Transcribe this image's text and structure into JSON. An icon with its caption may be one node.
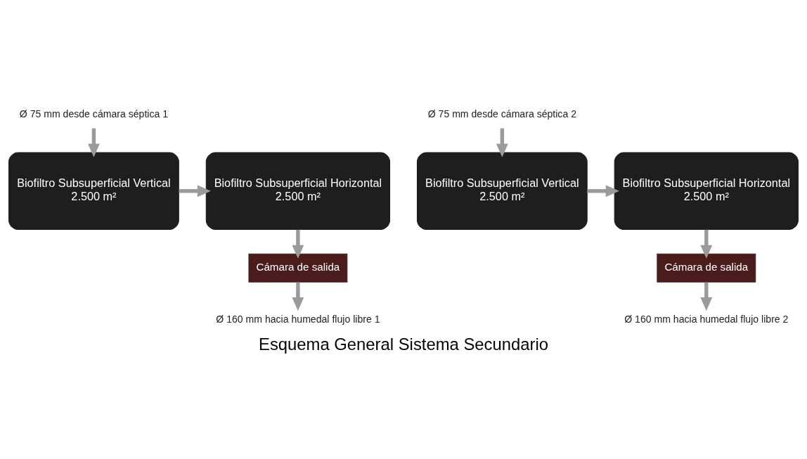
{
  "diagram": {
    "title": "Esquema General Sistema Secundario",
    "nodes": [
      {
        "text": [
          "Ø 75 mm desde cámara séptica 1"
        ]
      },
      {
        "text": [
          "Biofiltro Subsuperficial Vertical",
          "2.500 m²"
        ]
      },
      {
        "text": [
          "Biofiltro Subsuperficial Horizontal",
          "2.500 m²"
        ]
      },
      {
        "text": [
          "Cámara de salida"
        ]
      },
      {
        "text": [
          "Ø 160 mm hacia humedal flujo libre 1"
        ]
      },
      {
        "text": [
          "Ø 75 mm desde cámara séptica 2"
        ]
      },
      {
        "text": [
          "Biofiltro Subsuperficial Vertical",
          "2.500 m²"
        ]
      },
      {
        "text": [
          "Biofiltro Subsuperficial Horizontal",
          "2.500 m²"
        ]
      },
      {
        "text": [
          "Cámara de salida"
        ]
      },
      {
        "text": [
          "Ø 160 mm hacia humedal flujo libre 2"
        ]
      }
    ],
    "edges": [
      {
        "from": 0,
        "to": 1,
        "arrow": "to"
      },
      {
        "from": 1,
        "to": 2,
        "arrow": "to"
      },
      {
        "from": 2,
        "to": 3,
        "arrow": "to"
      },
      {
        "from": 3,
        "to": 4,
        "arrow": "to"
      },
      {
        "from": 5,
        "to": 6,
        "arrow": "to"
      },
      {
        "from": 6,
        "to": 7,
        "arrow": "to"
      },
      {
        "from": 7,
        "to": 8,
        "arrow": "to"
      },
      {
        "from": 8,
        "to": 9,
        "arrow": "to"
      }
    ]
  }
}
